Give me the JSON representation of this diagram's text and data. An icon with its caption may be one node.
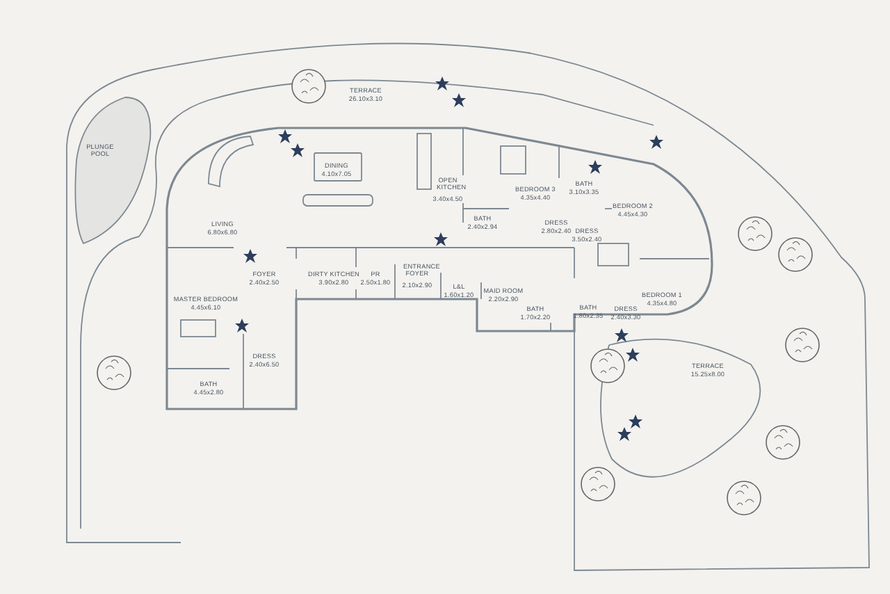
{
  "diagram": {
    "labels": [
      "TERRACE",
      "26.10x3.10",
      "PLUNGE POOL",
      "DINING",
      "4.10x7.05",
      "LIVING",
      "6.80x6.80",
      "OPEN KITCHEN",
      "3.40x4.50",
      "BEDROOM 3",
      "4.35x4.40",
      "BATH",
      "3.10x3.35",
      "BATH",
      "2.40x2.94",
      "DRESS",
      "2.80x2.40",
      "DRESS",
      "3.50x2.40",
      "BEDROOM 2",
      "4.45x4.30",
      "FOYER",
      "2.40x2.50",
      "DIRTY KITCHEN",
      "3.90x2.80",
      "PR",
      "2.50x1.80",
      "ENTRANCE FOYER",
      "2.10x2.90",
      "L&L",
      "1.60x1.20",
      "MAID ROOM",
      "2.20x2.90",
      "BATH",
      "1.70x2.20",
      "BATH",
      "1.80x2.35",
      "DRESS",
      "2.40x3.30",
      "BEDROOM 1",
      "4.35x4.80",
      "MASTER BEDROOM",
      "4.45x6.10",
      "DRESS",
      "2.40x6.50",
      "BATH",
      "4.45x2.80",
      "TERRACE",
      "15.25x8.00"
    ]
  }
}
